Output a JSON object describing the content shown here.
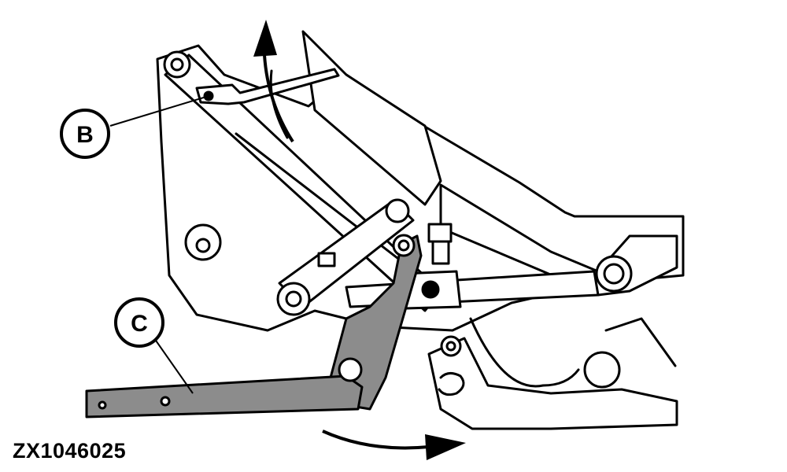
{
  "figure": {
    "id": "ZX1046025",
    "callouts": [
      {
        "key": "b",
        "label": "B"
      },
      {
        "key": "c",
        "label": "C"
      }
    ]
  },
  "colors": {
    "stroke": "#000000",
    "background": "#ffffff",
    "highlight_part": "#8c8c8c"
  }
}
